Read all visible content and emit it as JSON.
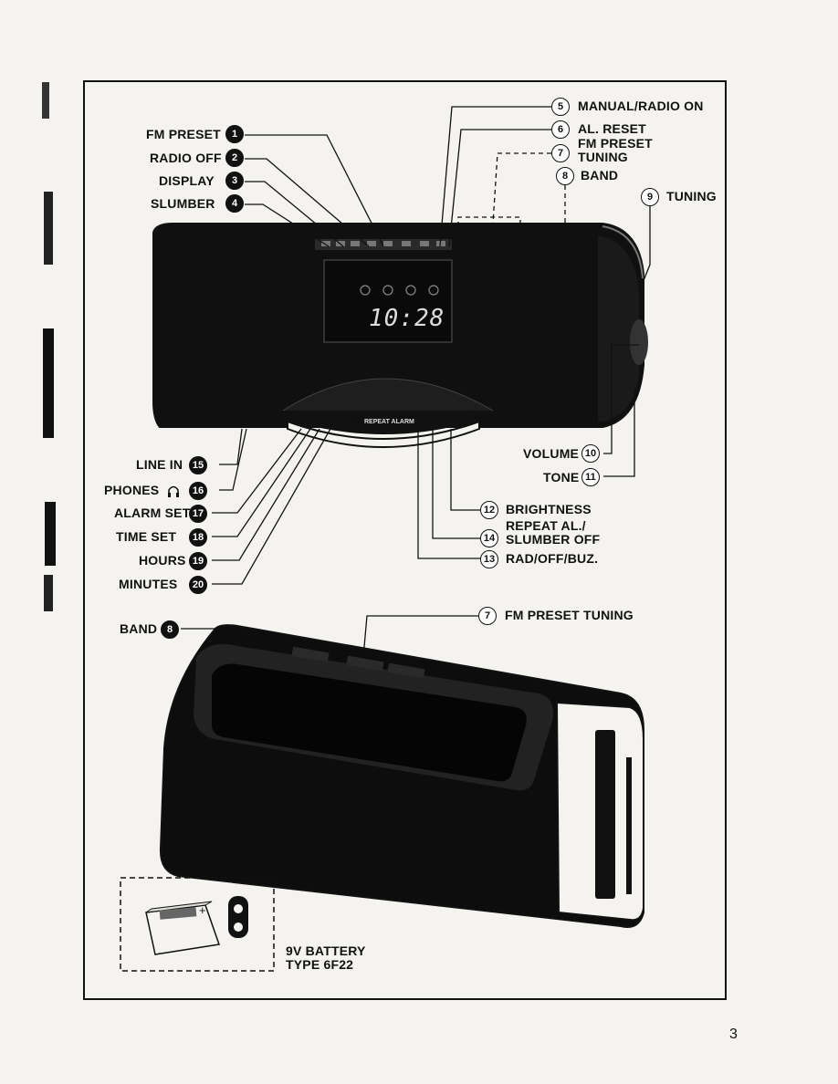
{
  "page_number": "3",
  "display_time": "10:28",
  "device_labels": {
    "repeat_alarm": "REPEAT ALARM"
  },
  "labels_top_right": [
    {
      "num": "5",
      "text": "MANUAL/RADIO ON"
    },
    {
      "num": "6",
      "text": "AL. RESET"
    },
    {
      "num": "7",
      "text_line1": "FM PRESET",
      "text_line2": "TUNING"
    },
    {
      "num": "8",
      "text": "BAND"
    },
    {
      "num": "9",
      "text": "TUNING"
    }
  ],
  "labels_top_left": [
    {
      "num": "1",
      "text": "FM PRESET"
    },
    {
      "num": "2",
      "text": "RADIO OFF"
    },
    {
      "num": "3",
      "text": "DISPLAY"
    },
    {
      "num": "4",
      "text": "SLUMBER"
    }
  ],
  "labels_bottom_left": [
    {
      "num": "15",
      "text": "LINE IN"
    },
    {
      "num": "16",
      "text": "PHONES"
    },
    {
      "num": "17",
      "text": "ALARM SET"
    },
    {
      "num": "18",
      "text": "TIME SET"
    },
    {
      "num": "19",
      "text": "HOURS"
    },
    {
      "num": "20",
      "text": "MINUTES"
    }
  ],
  "labels_bottom_right": [
    {
      "num": "10",
      "text": "VOLUME"
    },
    {
      "num": "11",
      "text": "TONE"
    },
    {
      "num": "12",
      "text": "BRIGHTNESS"
    },
    {
      "num": "14",
      "text_line1": "REPEAT AL./",
      "text_line2": "SLUMBER OFF"
    },
    {
      "num": "13",
      "text": "RAD/OFF/BUZ."
    }
  ],
  "rear_view": {
    "band": {
      "num": "8",
      "text": "BAND"
    },
    "fm_preset_tuning": {
      "num": "7",
      "text": "FM PRESET TUNING"
    },
    "battery_line1": "9V BATTERY",
    "battery_line2": "TYPE 6F22"
  }
}
